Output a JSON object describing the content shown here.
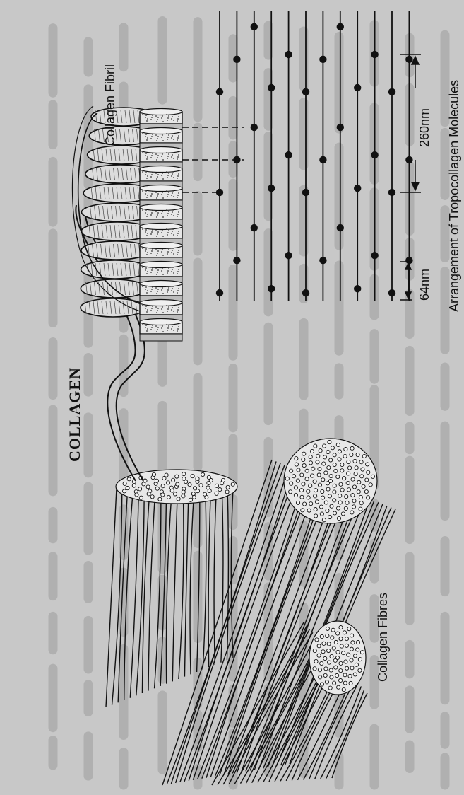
{
  "figure": {
    "title": "COLLAGEN",
    "labels": {
      "fibril": "Collagen Fibril",
      "fibres": "Collagen Fibres",
      "arrangement": "Arrangement of Tropocollagen Molecules",
      "long_period": "260nm",
      "short_period": "64nm"
    }
  },
  "colors": {
    "paper": "#c8c8c8",
    "ink": "#111111",
    "ghost_text": "#8a8a8a"
  }
}
